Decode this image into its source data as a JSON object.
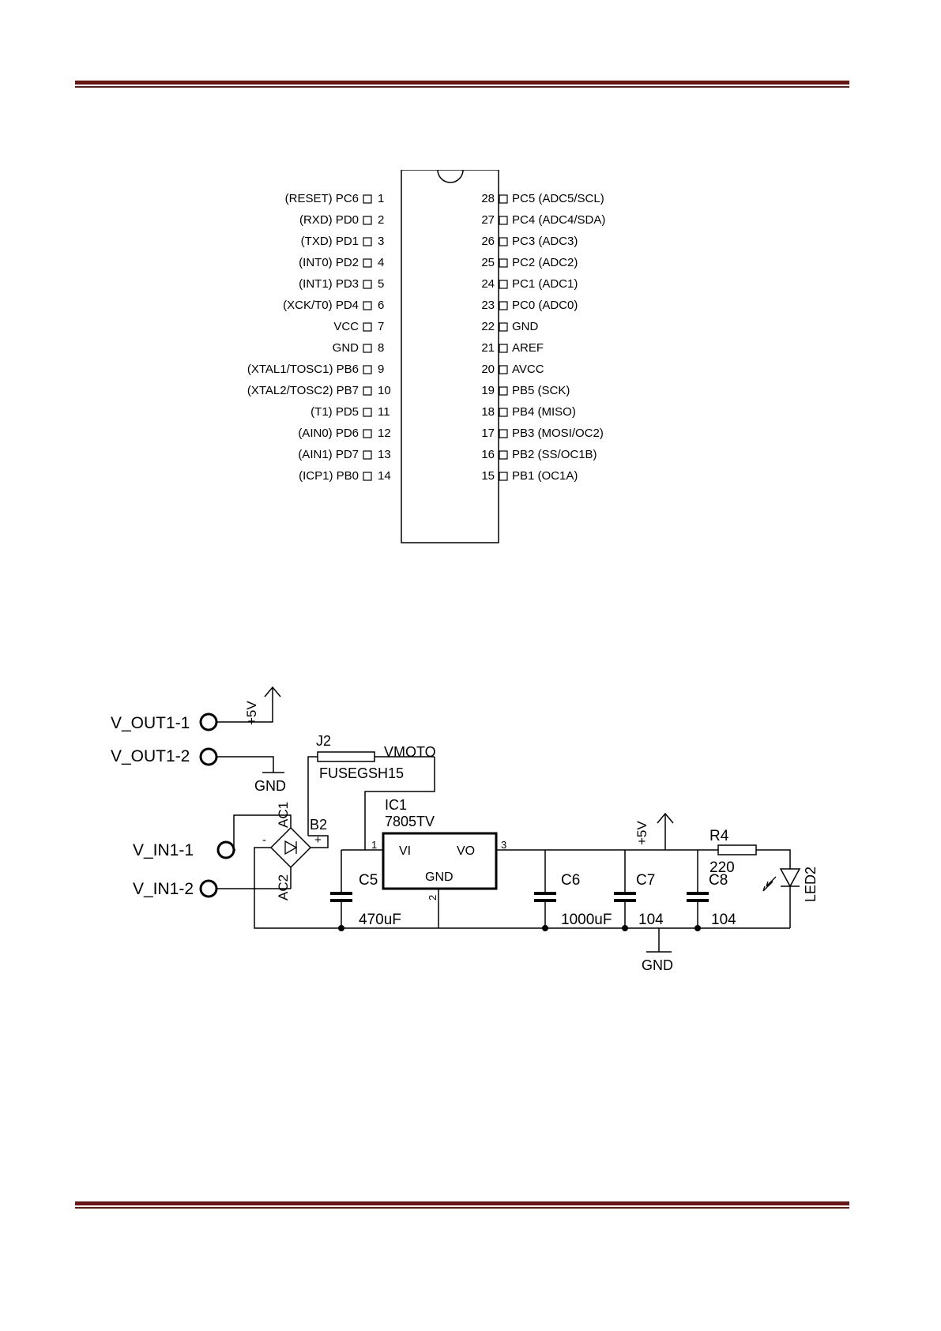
{
  "pinout": {
    "left_pins": [
      {
        "num": "1",
        "label": "(RESET) PC6"
      },
      {
        "num": "2",
        "label": "(RXD) PD0"
      },
      {
        "num": "3",
        "label": "(TXD) PD1"
      },
      {
        "num": "4",
        "label": "(INT0) PD2"
      },
      {
        "num": "5",
        "label": "(INT1) PD3"
      },
      {
        "num": "6",
        "label": "(XCK/T0) PD4"
      },
      {
        "num": "7",
        "label": "VCC"
      },
      {
        "num": "8",
        "label": "GND"
      },
      {
        "num": "9",
        "label": "(XTAL1/TOSC1) PB6"
      },
      {
        "num": "10",
        "label": "(XTAL2/TOSC2) PB7"
      },
      {
        "num": "11",
        "label": "(T1) PD5"
      },
      {
        "num": "12",
        "label": "(AIN0) PD6"
      },
      {
        "num": "13",
        "label": "(AIN1) PD7"
      },
      {
        "num": "14",
        "label": "(ICP1) PB0"
      }
    ],
    "right_pins": [
      {
        "num": "28",
        "label": "PC5 (ADC5/SCL)"
      },
      {
        "num": "27",
        "label": "PC4 (ADC4/SDA)"
      },
      {
        "num": "26",
        "label": "PC3 (ADC3)"
      },
      {
        "num": "25",
        "label": "PC2 (ADC2)"
      },
      {
        "num": "24",
        "label": "PC1 (ADC1)"
      },
      {
        "num": "23",
        "label": "PC0 (ADC0)"
      },
      {
        "num": "22",
        "label": "GND"
      },
      {
        "num": "21",
        "label": "AREF"
      },
      {
        "num": "20",
        "label": "AVCC"
      },
      {
        "num": "19",
        "label": "PB5 (SCK)"
      },
      {
        "num": "18",
        "label": "PB4 (MISO)"
      },
      {
        "num": "17",
        "label": "PB3 (MOSI/OC2)"
      },
      {
        "num": "16",
        "label": "PB2 (SS/OC1B)"
      },
      {
        "num": "15",
        "label": "PB1 (OC1A)"
      }
    ]
  },
  "schematic": {
    "connectors": {
      "vout1": "V_OUT1-1",
      "vout2": "V_OUT1-2",
      "vin1": "V_IN1-1",
      "vin2": "V_IN1-2"
    },
    "supply_5v": "+5V",
    "gnd": "GND",
    "fuse": {
      "ref": "J2",
      "value": "FUSEGSH15",
      "net": "VMOTO"
    },
    "bridge": {
      "ref": "B2",
      "ac1": "AC1",
      "ac2": "AC2",
      "minus": "-",
      "plus": "+"
    },
    "regulator": {
      "ref": "IC1",
      "part": "7805TV",
      "vi": "VI",
      "vo": "VO",
      "gnd": "GND",
      "pin1": "1",
      "pin2": "2",
      "pin3": "3"
    },
    "c5": {
      "ref": "C5",
      "value": "470uF"
    },
    "c6": {
      "ref": "C6",
      "value": "1000uF"
    },
    "c7": {
      "ref": "C7",
      "value": "104"
    },
    "c8": {
      "ref": "C8",
      "value": "104"
    },
    "r4": {
      "ref": "R4",
      "value": "220"
    },
    "led": {
      "ref": "LED2"
    }
  }
}
